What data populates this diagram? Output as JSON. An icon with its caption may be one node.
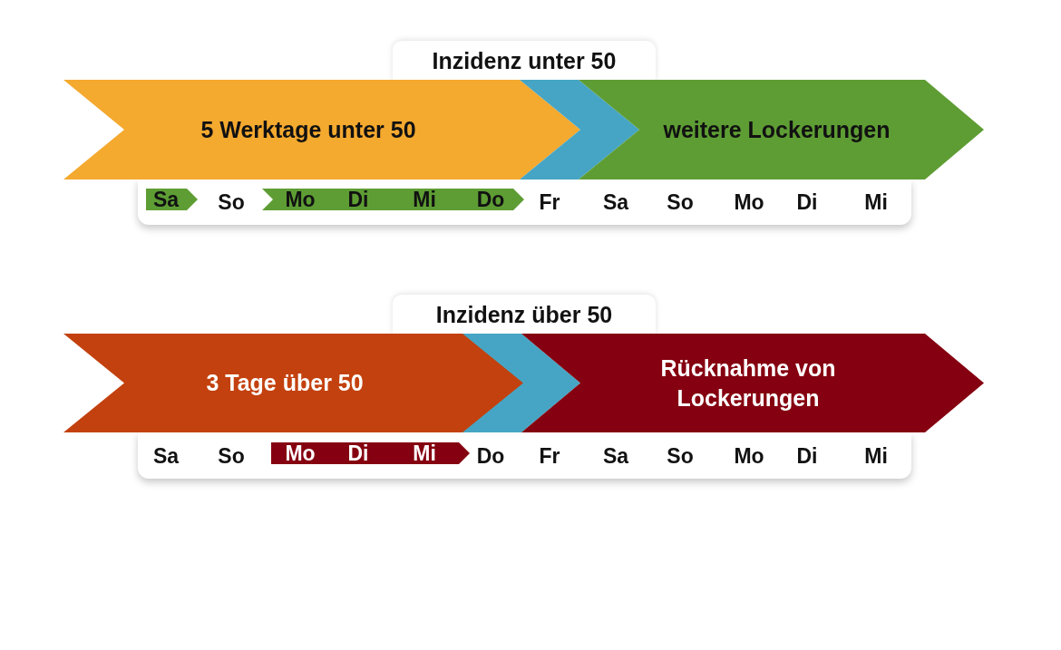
{
  "diagram": {
    "nodes": [
      {
        "text": [
          "Inzidenz unter 50"
        ]
      },
      {
        "text": [
          "5 Werktage unter 50"
        ]
      },
      {
        "text": [],
        "shape": "chevron"
      },
      {
        "text": [
          "weitere Lockerungen"
        ]
      },
      {
        "text": [
          "So",
          "Fr",
          "Sa",
          "So",
          "Mo",
          "Di",
          "Mi"
        ]
      },
      {
        "text": [
          "Sa"
        ],
        "in": 4
      },
      {
        "text": [
          "Mo",
          "Di",
          "Mi",
          "Do"
        ],
        "in": 4
      },
      {
        "text": [
          "Inzidenz über 50"
        ]
      },
      {
        "text": [
          "3 Tage über 50"
        ]
      },
      {
        "text": [],
        "shape": "chevron"
      },
      {
        "text": [
          "Rücknahme von Lockerungen"
        ]
      },
      {
        "text": [
          "Sa",
          "So",
          "Do",
          "Fr",
          "Sa",
          "So",
          "Mo",
          "Di",
          "Mi"
        ]
      },
      {
        "text": [
          "Mo",
          "Di",
          "Mi"
        ],
        "in": 11
      }
    ]
  }
}
